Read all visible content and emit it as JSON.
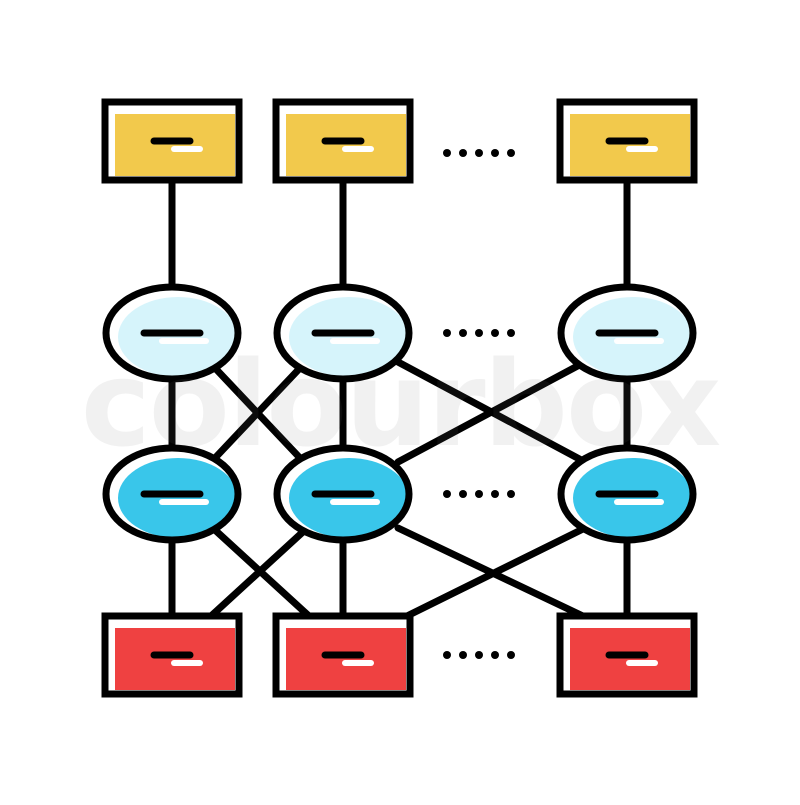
{
  "watermark": {
    "text": "colourbox"
  },
  "colors": {
    "outline": "#000000",
    "output_box": "#f2c94c",
    "hidden_top": "#d6f4fb",
    "hidden_bottom": "#39c6ea",
    "input_box": "#ef4141",
    "highlight": "#ffffff"
  },
  "icon": "neural-network-icon",
  "layers": [
    {
      "id": "output-layer",
      "shape": "box",
      "count_shown": 3,
      "ellipsis": true
    },
    {
      "id": "hidden-layer-1",
      "shape": "ellipse",
      "count_shown": 3,
      "ellipsis": true
    },
    {
      "id": "hidden-layer-2",
      "shape": "ellipse",
      "count_shown": 3,
      "ellipsis": true
    },
    {
      "id": "input-layer",
      "shape": "box",
      "count_shown": 3,
      "ellipsis": true
    }
  ]
}
